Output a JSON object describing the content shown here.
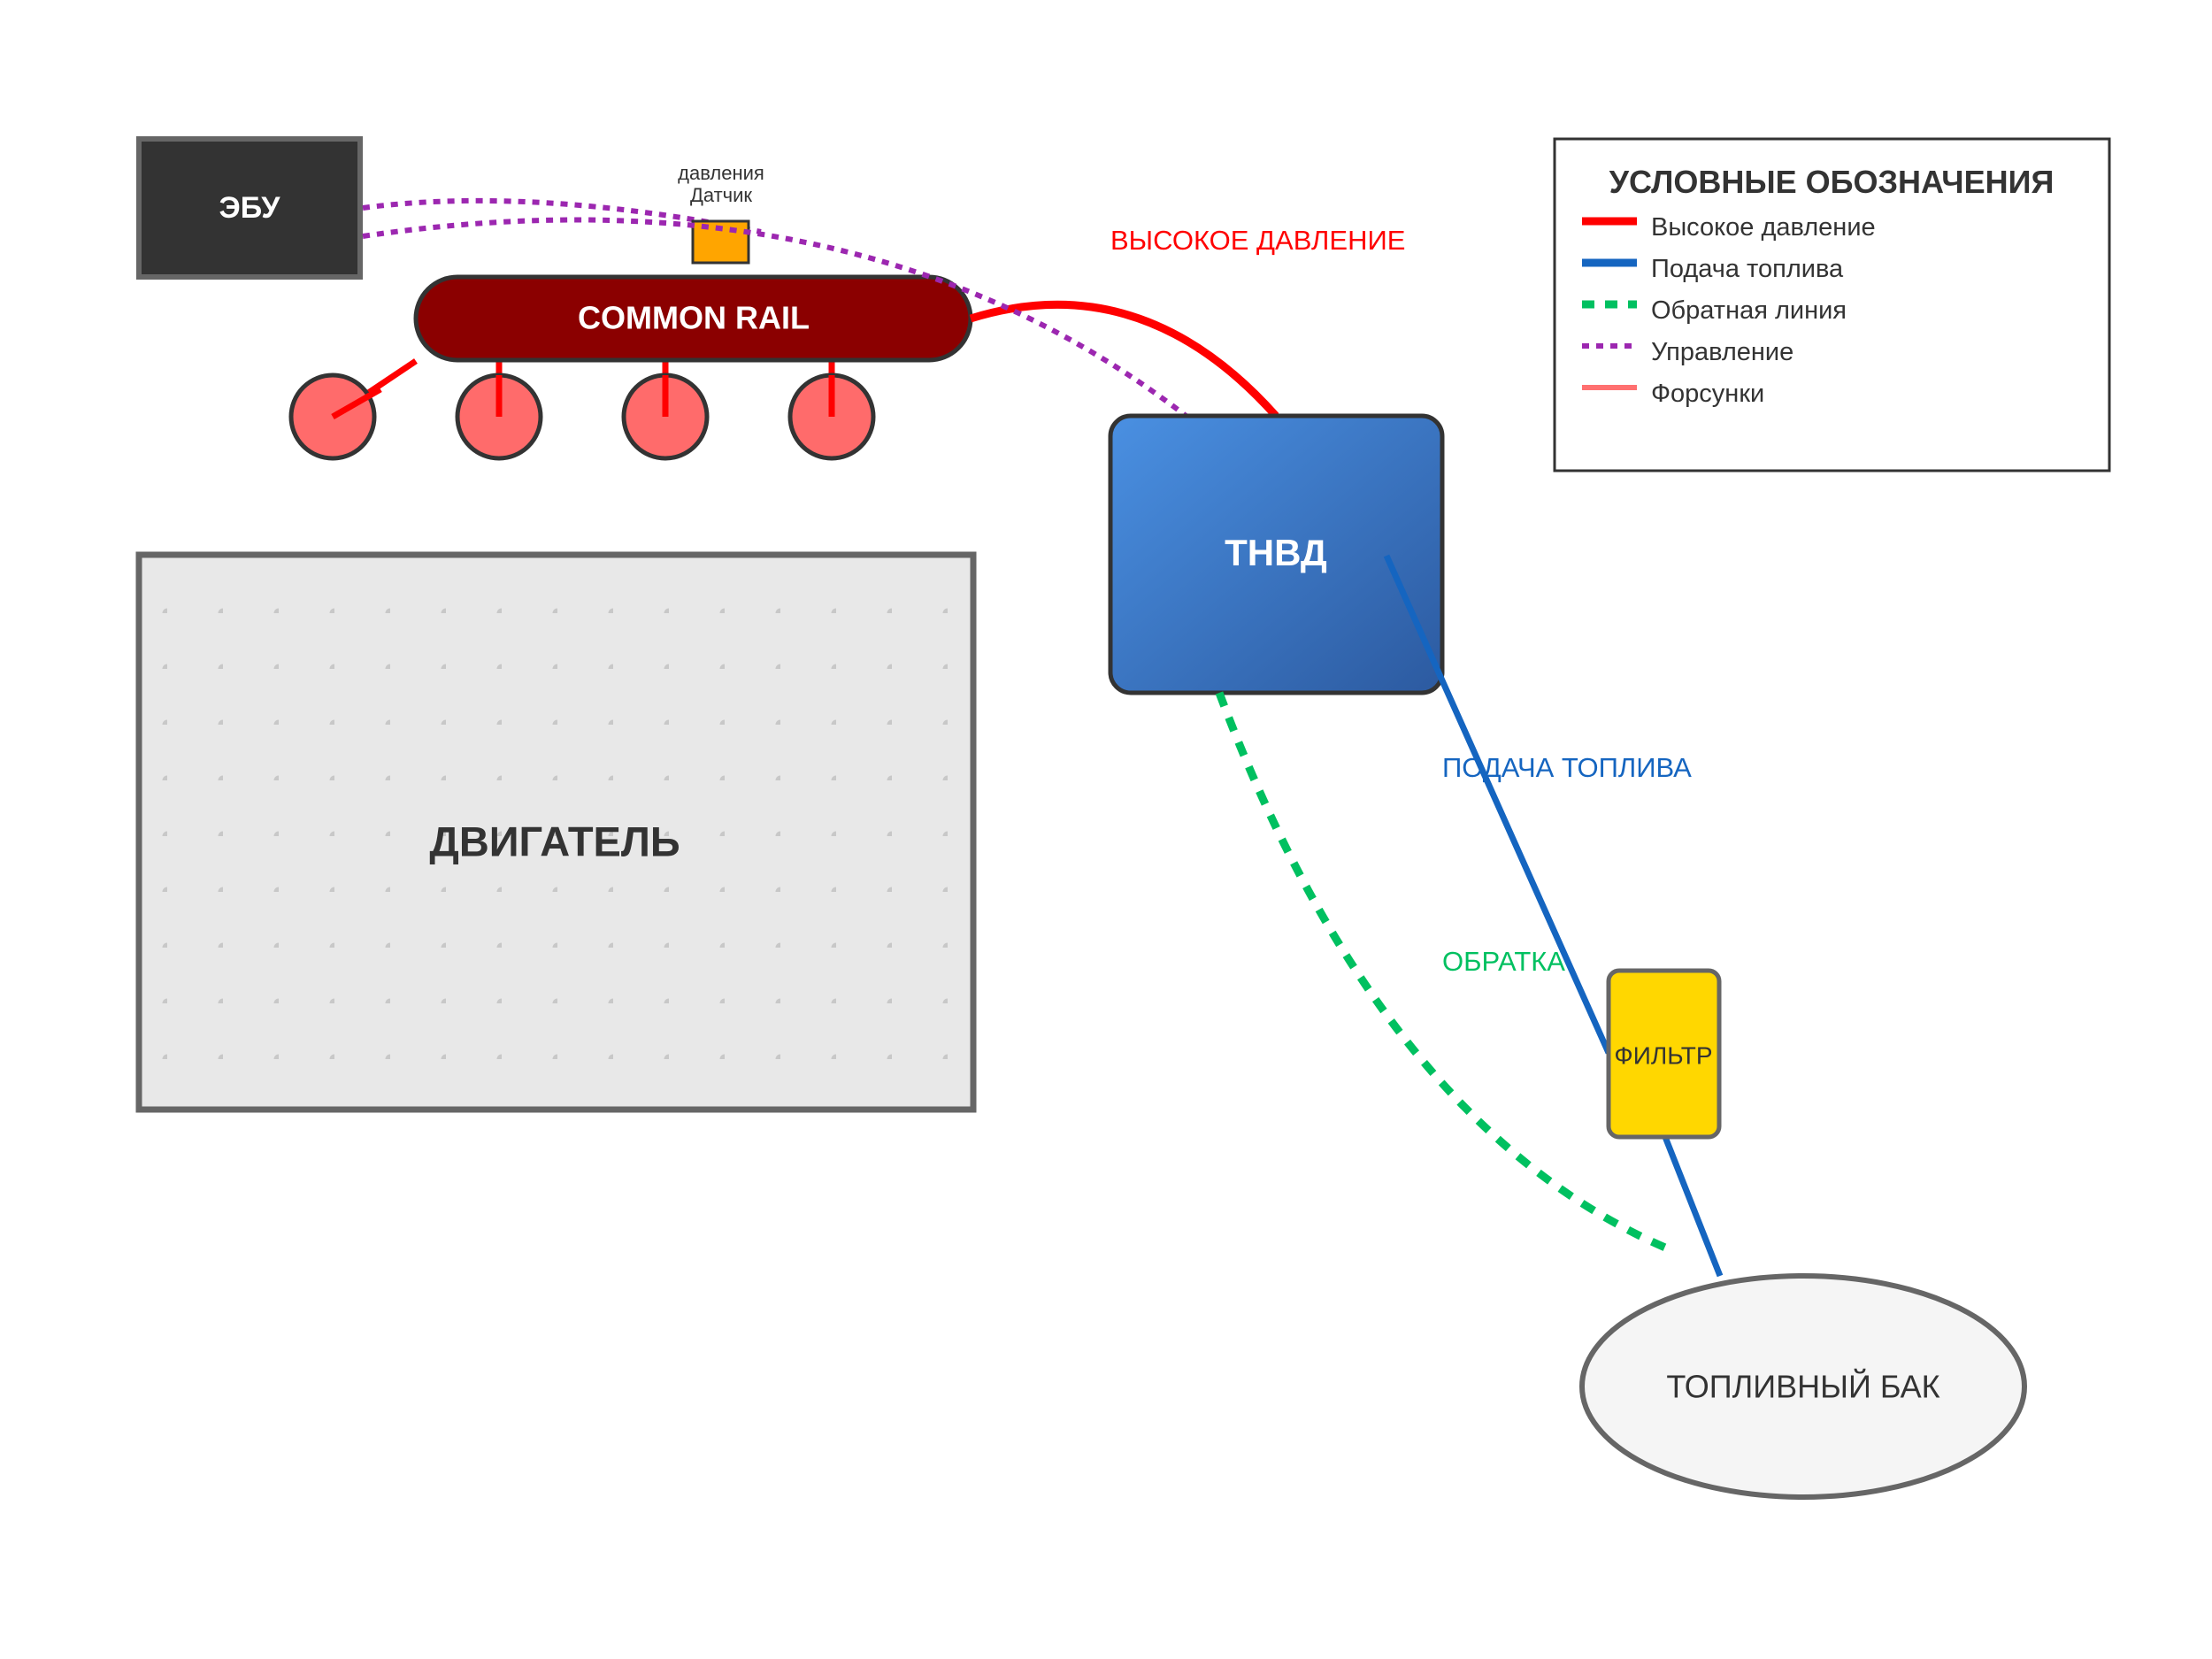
{
  "engine": {
    "label": "ДВИГАТЕЛЬ"
  },
  "ecu": {
    "label": "ЭБУ"
  },
  "rail": {
    "label": "COMMON RAIL"
  },
  "sensor": {
    "line1": "давления",
    "line2": "Датчик"
  },
  "pump": {
    "label": "ТНВД"
  },
  "filter": {
    "label": "ФИЛЬТР"
  },
  "tank": {
    "label": "ТОПЛИВНЫЙ БАК"
  },
  "annotations": {
    "high_pressure": "ВЫСОКОЕ ДАВЛЕНИЕ",
    "fuel_supply": "ПОДАЧА ТОПЛИВА",
    "return": "ОБРАТКА"
  },
  "legend": {
    "title": "УСЛОВНЫЕ ОБОЗНАЧЕНИЯ",
    "items": [
      {
        "label": "Высокое давление",
        "color": "#ff0000",
        "style": "solid"
      },
      {
        "label": "Подача топлива",
        "color": "#1565c0",
        "style": "solid"
      },
      {
        "label": "Обратная линия",
        "color": "#00c060",
        "style": "dashed"
      },
      {
        "label": "Управление",
        "color": "#9c27b0",
        "style": "dotted"
      },
      {
        "label": "Форсунки",
        "color": "#ff7070",
        "style": "solid"
      }
    ]
  },
  "colors": {
    "high_pressure": "#ff0000",
    "fuel_supply": "#1565c0",
    "return": "#00c060",
    "control": "#9c27b0",
    "injector": "#ff6b6b",
    "rail": "#8b0000",
    "ecu": "#333333",
    "pump": "#3a70c0",
    "filter": "#ffd700",
    "sensor": "#ffa500",
    "engine": "#e8e8e8"
  },
  "icons": {
    "injectors": "injector-icon",
    "sensor": "pressure-sensor-icon"
  }
}
